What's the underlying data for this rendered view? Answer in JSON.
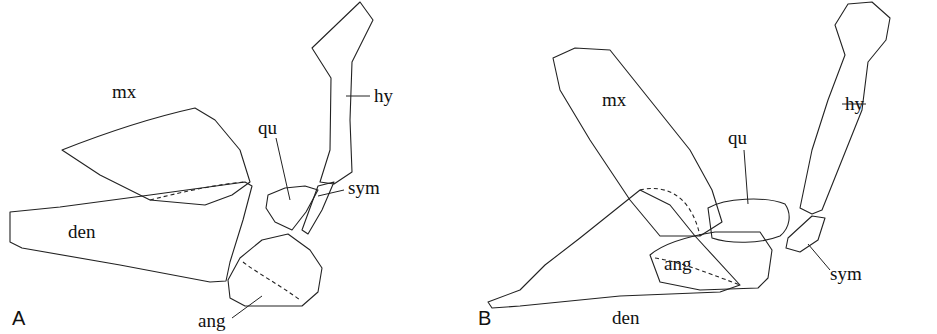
{
  "diagram": {
    "labels": [
      "mx",
      "hy",
      "qu",
      "sym",
      "den",
      "ang",
      "A",
      "mx",
      "hy",
      "qu",
      "sym",
      "den",
      "ang",
      "B"
    ]
  }
}
